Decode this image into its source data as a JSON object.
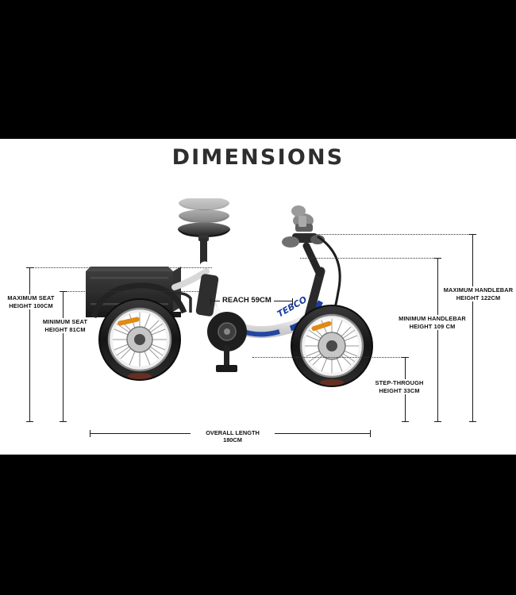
{
  "page": {
    "title": "DIMENSIONS",
    "background_color": "#000000",
    "panel_color": "#ffffff",
    "brand": "TEBCO"
  },
  "product": {
    "type": "electric tricycle",
    "frame_color": "#ffffff",
    "accent_color": "#1b3fa0",
    "tire_color": "#1c1c1c",
    "cargo_box_color": "#2a2a2a"
  },
  "dimensions": {
    "max_seat": {
      "label_line1": "MAXIMUM SEAT",
      "label_line2": "HEIGHT 100CM",
      "value": 100,
      "unit": "CM"
    },
    "min_seat": {
      "label_line1": "MINIMUM SEAT",
      "label_line2": "HEIGHT 81CM",
      "value": 81,
      "unit": "CM"
    },
    "max_handlebar": {
      "label_line1": "MAXIMUM HANDLEBAR",
      "label_line2": "HEIGHT 122CM",
      "value": 122,
      "unit": "CM"
    },
    "min_handlebar": {
      "label_line1": "MINIMUM HANDLEBAR",
      "label_line2": "HEIGHT 109 CM",
      "value": 109,
      "unit": "CM"
    },
    "step_through": {
      "label_line1": "STEP-THROUGH",
      "label_line2": "HEIGHT 33CM",
      "value": 33,
      "unit": "CM"
    },
    "reach": {
      "label": "REACH 59CM",
      "value": 59,
      "unit": "CM"
    },
    "overall_length": {
      "label_line1": "OVERALL LENGTH",
      "label_line2": "180CM",
      "value": 180,
      "unit": "CM"
    }
  }
}
